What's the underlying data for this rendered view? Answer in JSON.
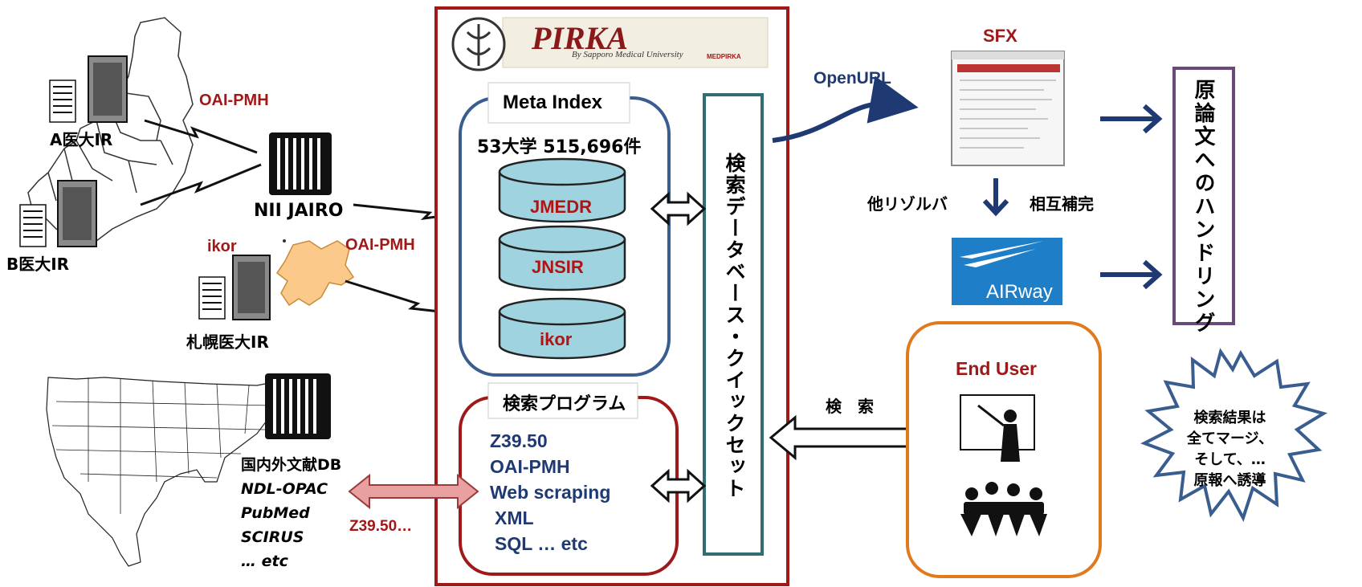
{
  "left": {
    "oai_pmh_top": "OAI-PMH",
    "a_ir": "A医大IR",
    "b_ir": "B医大IR",
    "nii_jairo": "NII JAIRO",
    "ikor_label": "ikor",
    "oai_pmh_mid": "OAI-PMH",
    "sapporo_ir": "札幌医大IR",
    "db_lines": [
      "国内外文献DB",
      "NDL-OPAC",
      "PubMed",
      "SCIRUS",
      "… etc"
    ],
    "z3950_out": "Z39.50…"
  },
  "center": {
    "logo_text": "PIRKA",
    "logo_sub": "By Sapporo Medical University",
    "logo_badge": "MEDPIRKA",
    "meta_index_title": "Meta Index",
    "count": "53大学 515,696件",
    "cylinders": [
      "JMEDR",
      "JNSIR",
      "ikor"
    ],
    "search_program_title": "検索プログラム",
    "program_lines": [
      "Z39.50",
      "OAI-PMH",
      "Web scraping",
      "XML",
      "SQL … etc"
    ],
    "quickset_vertical": "検索データベース・クイックセット"
  },
  "right": {
    "openurl": "OpenURL",
    "sfx": "SFX",
    "other_resolver": "他リゾルバ",
    "mutual": "相互補完",
    "airway": "AIRway",
    "handling_vertical": "原論文へのハンドリング",
    "search_label": "検　索",
    "end_user": "End User",
    "burst_text": [
      "検索結果は",
      "全てマージ、",
      "そして、…",
      "原報へ誘導"
    ]
  },
  "colors": {
    "frame_red": "#a01818",
    "navy": "#1f3a73",
    "cyl_fill": "#9fd3df",
    "orange": "#e07a1e",
    "purple": "#6a4a7a",
    "teal": "#2f6f72",
    "airway_blue": "#1e7ec8"
  }
}
